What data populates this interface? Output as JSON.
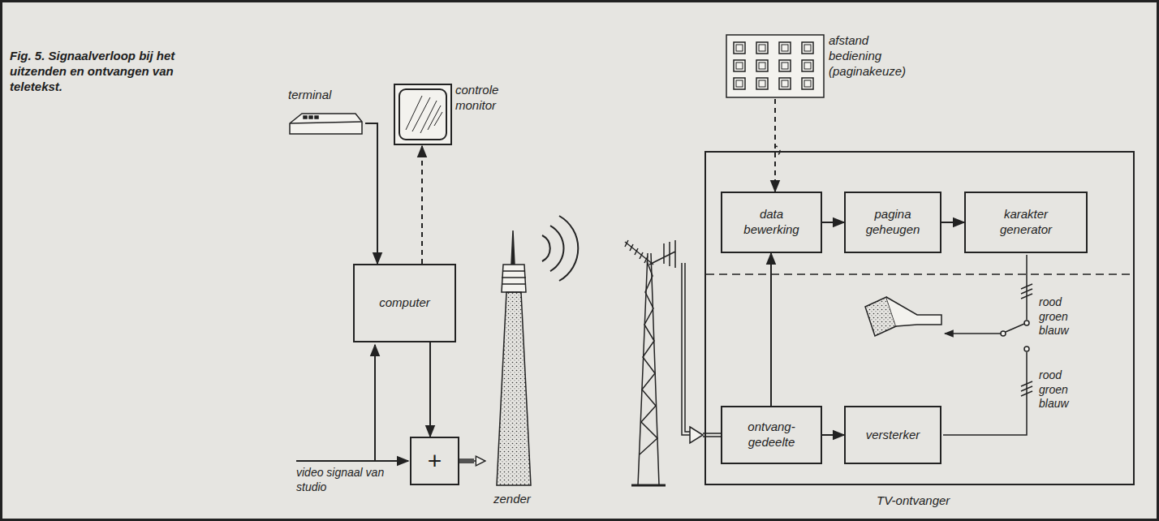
{
  "diagram": {
    "caption": "Fig. 5. Signaalverloop bij het uitzenden en ontvangen van teletekst.",
    "nodes": [
      {
        "text": [
          "terminal"
        ]
      },
      {
        "text": [
          "controle monitor"
        ]
      },
      {
        "text": [
          "computer"
        ]
      },
      {
        "text": [
          "+"
        ]
      },
      {
        "text": [
          "zender"
        ]
      },
      {
        "text": [
          "afstand bediening (paginakeuze)"
        ]
      },
      {
        "text": [
          "TV-ontvanger"
        ]
      },
      {
        "text": [
          "data bewerking"
        ],
        "in": 6
      },
      {
        "text": [
          "pagina geheugen"
        ],
        "in": 6
      },
      {
        "text": [
          "karakter generator"
        ],
        "in": 6
      },
      {
        "text": [
          "ontvang- gedeelte"
        ],
        "in": 6
      },
      {
        "text": [
          "versterker"
        ],
        "in": 6
      }
    ],
    "edges": [
      {
        "from": 0,
        "to": 2,
        "arrow": "to"
      },
      {
        "from": 2,
        "to": 1,
        "arrow": "to"
      },
      {
        "from": 2,
        "to": 3,
        "arrow": "to"
      },
      {
        "from": 3,
        "to": 4,
        "arrow": "to"
      },
      {
        "from": 5,
        "to": 7,
        "arrow": "to"
      },
      {
        "from": 10,
        "to": 7,
        "arrow": "to"
      },
      {
        "from": 7,
        "to": 8,
        "arrow": "to"
      },
      {
        "from": 8,
        "to": 9,
        "arrow": "to"
      },
      {
        "from": 10,
        "to": 11,
        "arrow": "to"
      }
    ],
    "labels": [
      "video signaal van studio",
      "rood groen blauw",
      "rood groen blauw"
    ]
  }
}
